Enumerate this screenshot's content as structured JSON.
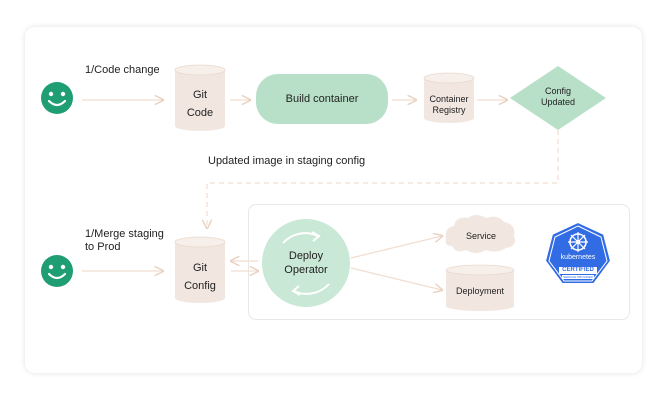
{
  "colors": {
    "smiley": "#1f9e74",
    "cylinder": "#f1e6e0",
    "cylinder_top": "#f6efea",
    "build_box": "#b8e0c8",
    "config_diamond": "#b8e0c8",
    "operator_circle": "#c9e8d5",
    "dashed_line": "#f0ddd0",
    "arrow": "#f0ddd0",
    "k8s_blue": "#326ce5"
  },
  "icons": {
    "user_top": "smiley-face-icon",
    "user_bottom": "smiley-face-icon",
    "service": "cloud-icon",
    "kubernetes": "kubernetes-certified-badge-icon"
  },
  "flow_top": {
    "trigger_label": "1/Code change",
    "git_code": {
      "line1": "Git",
      "line2": "Code"
    },
    "build": "Build container",
    "registry": {
      "line1": "Container",
      "line2": "Registry"
    },
    "config_updated": {
      "line1": "Config",
      "line2": "Updated"
    }
  },
  "middle_label": "Updated image in staging config",
  "flow_bottom": {
    "trigger_label": {
      "line1": "1/Merge staging",
      "line2": "to Prod"
    },
    "git_config": {
      "line1": "Git",
      "line2": "Config"
    },
    "operator": {
      "line1": "Deploy",
      "line2": "Operator"
    },
    "service": "Service",
    "deployment": "Deployment",
    "k8s_badge": {
      "name": "kubernetes",
      "certified": "CERTIFIED",
      "sub": "SERVICE PROVIDER"
    }
  }
}
